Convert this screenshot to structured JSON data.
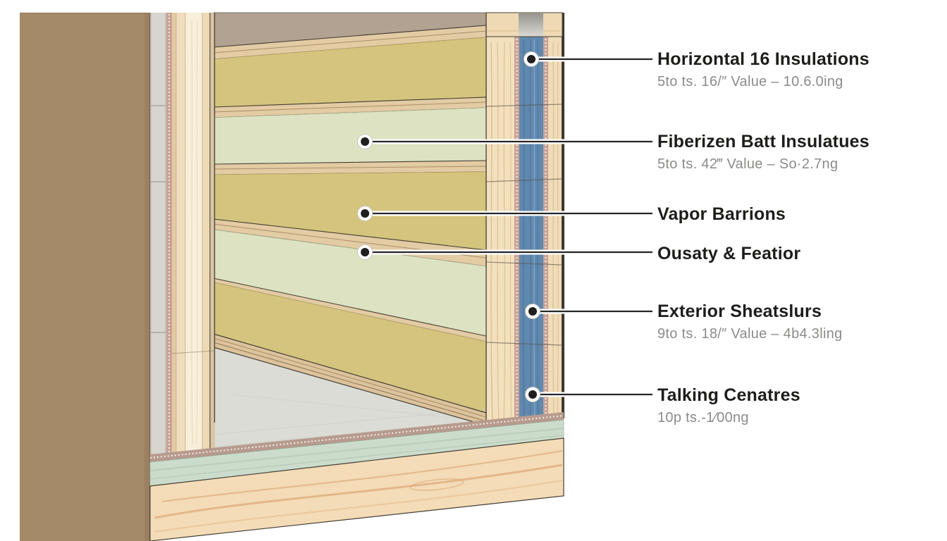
{
  "diagram": {
    "type": "wall-insulation-cutaway",
    "callouts": [
      {
        "title": "Horizontal 16 Insulations",
        "subtitle": "5to ts. 16/″ Value – 10.6.0ing"
      },
      {
        "title": "Fiberizen Batt Insulatues",
        "subtitle": "5to ts. 42‴ Value – So·2.7ng"
      },
      {
        "title": "Vapor Barrions",
        "subtitle": ""
      },
      {
        "title": "Ousaty & Featior",
        "subtitle": ""
      },
      {
        "title": "Exterior Sheatslurs",
        "subtitle": "9to ts. 18/″ Value – 4b4.3ling"
      },
      {
        "title": "Talking Cenatres",
        "subtitle": "10p ts.-1⁄00ng"
      }
    ],
    "colors": {
      "interior_panel_brown": "#a58a69",
      "drywall_grey": "#d8d4cf",
      "stud_wood_light": "#f8efdb",
      "batt_yellow": "#d5c47d",
      "batt_green": "#dde3c2",
      "rail_wood": "#e3cba4",
      "membrane_pink": "#c8a295",
      "weather_barrier_blue": "#6189af",
      "exterior_wood": "#f3e0bd",
      "deck_grey": "#dcdcd6",
      "sill_green": "#ccdccc",
      "beam_wood": "#f3dcb7",
      "label_title": "#1d1d1b",
      "label_subtitle": "#8b8b89",
      "leader_line": "#262626"
    }
  }
}
